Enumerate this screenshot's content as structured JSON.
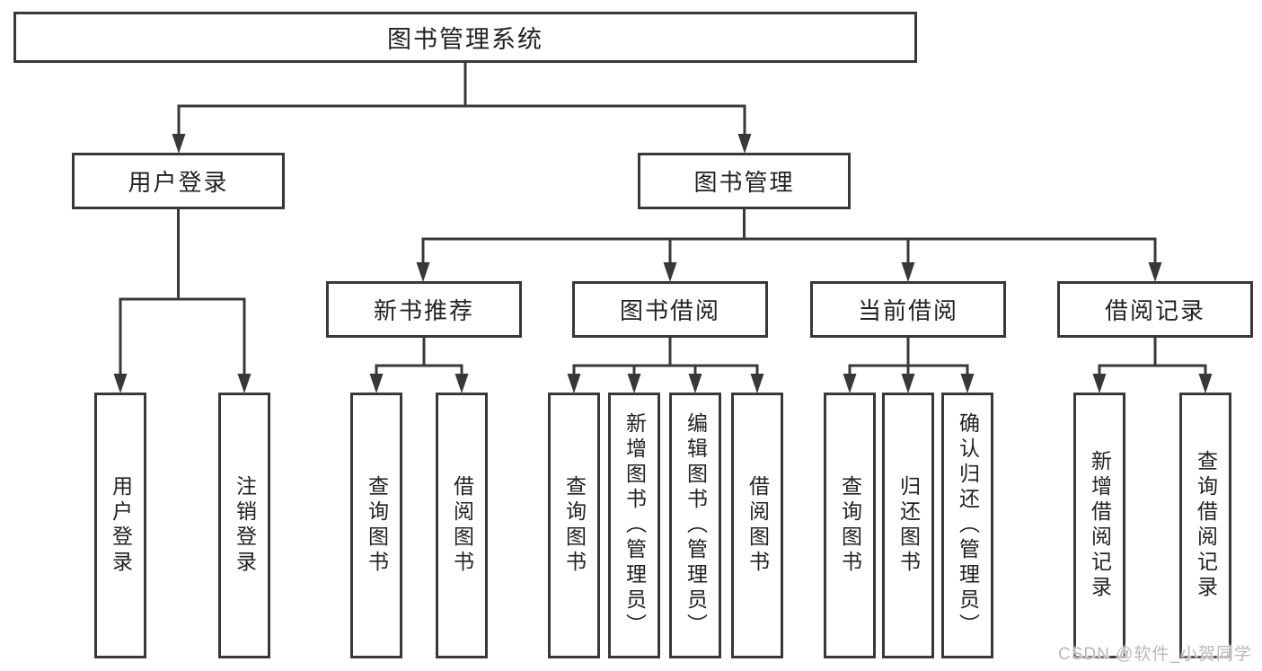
{
  "hierarchy": {
    "root": {
      "label": "图书管理系统",
      "children": [
        {
          "label": "用户登录",
          "children": [
            {
              "label": "用户登录"
            },
            {
              "label": "注销登录"
            }
          ]
        },
        {
          "label": "图书管理",
          "children": [
            {
              "label": "新书推荐",
              "children": [
                {
                  "label": "查询图书"
                },
                {
                  "label": "借阅图书"
                }
              ]
            },
            {
              "label": "图书借阅",
              "children": [
                {
                  "label": "查询图书"
                },
                {
                  "label": "新增图书（管理员）"
                },
                {
                  "label": "编辑图书（管理员）"
                },
                {
                  "label": "借阅图书"
                }
              ]
            },
            {
              "label": "当前借阅",
              "children": [
                {
                  "label": "查询图书"
                },
                {
                  "label": "归还图书"
                },
                {
                  "label": "确认归还（管理员）"
                }
              ]
            },
            {
              "label": "借阅记录",
              "children": [
                {
                  "label": "新增借阅记录"
                },
                {
                  "label": "查询借阅记录"
                }
              ]
            }
          ]
        }
      ]
    }
  },
  "watermark": "CSDN @软件_小贺同学",
  "colors": {
    "line": "#383838",
    "text": "#222222",
    "watermark": "#b9b9b9",
    "background": "#ffffff"
  }
}
